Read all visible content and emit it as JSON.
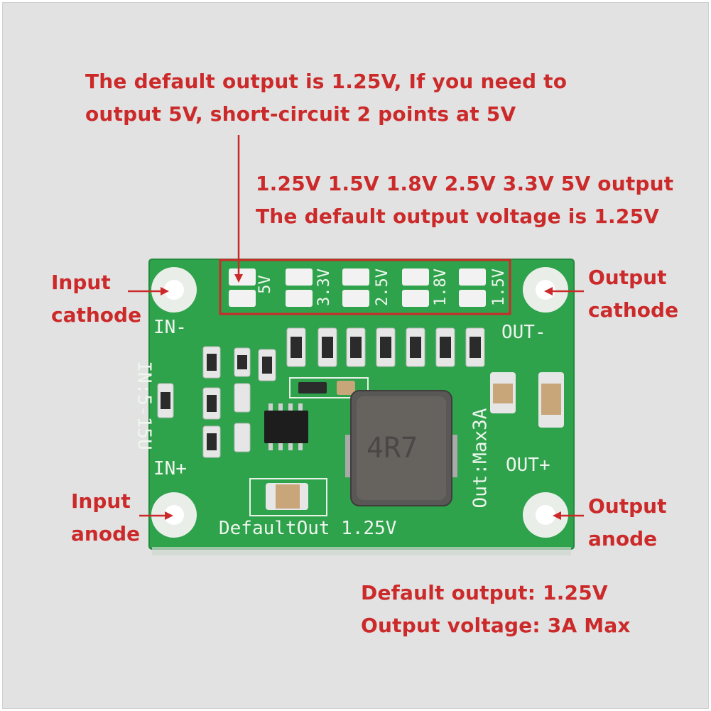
{
  "annotations": {
    "top_note": {
      "line1": "The default output is 1.25V, If you need to",
      "line2": "output 5V, short-circuit 2 points at 5V"
    },
    "options_note": {
      "line1": "1.25V 1.5V 1.8V 2.5V 3.3V 5V output",
      "line2": "The default output voltage is 1.25V"
    },
    "bottom_note": {
      "line1": "Default output: 1.25V",
      "line2": "Output voltage: 3A Max"
    }
  },
  "pins": {
    "input_cathode": {
      "line1": "Input",
      "line2": "cathode"
    },
    "output_cathode": {
      "line1": "Output",
      "line2": "cathode"
    },
    "input_anode": {
      "line1": "Input",
      "line2": "anode"
    },
    "output_anode": {
      "line1": "Output",
      "line2": "anode"
    }
  },
  "board_silkscreen": {
    "in_minus": "IN-",
    "in_plus": "IN+",
    "out_minus": "OUT-",
    "out_plus": "OUT+",
    "input_range": "IN:5-15U",
    "output_max": "Out:Max3A",
    "default_out": "DefaultOut 1.25V",
    "inductor_marking": "4R7",
    "jumper_labels": [
      "5V",
      "3.3V",
      "2.5V",
      "1.8V",
      "1.5V"
    ]
  },
  "colors": {
    "annotation_red": "#cc2a2a",
    "pcb_green": "#2fa24c",
    "background_gray": "#e2e2e2"
  }
}
